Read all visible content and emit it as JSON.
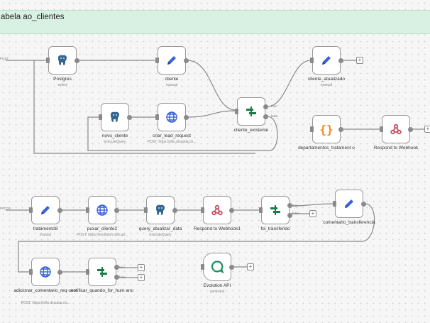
{
  "sticky": {
    "title": "abela ao_clientes"
  },
  "edge_labels": {
    "post_in": "POST",
    "patch_in": "PATCH",
    "true_label": "true",
    "false_label": "false"
  },
  "nodes": [
    {
      "id": "postgres",
      "label": "Postgres",
      "sub": "select",
      "icon": "postgres-elephant-icon"
    },
    {
      "id": "cliente",
      "label": "cliente",
      "sub": "manual",
      "icon": "pencil-icon"
    },
    {
      "id": "cliente_atualizado",
      "label": "cliente_atualizado",
      "sub": "manual",
      "icon": "pencil-icon"
    },
    {
      "id": "novo_cliente",
      "label": "novo_cliente",
      "sub": "executeQuery",
      "icon": "postgres-elephant-icon"
    },
    {
      "id": "criar_lead_request",
      "label": "criar_lead_request",
      "sub": "POST: https://n8n.dinastia.ch...",
      "icon": "globe-icon"
    },
    {
      "id": "cliente_existente",
      "label": "cliente_existente",
      "sub": "",
      "icon": "if-split-icon"
    },
    {
      "id": "departamentos_tratamento",
      "label": "departamentos_tratament o",
      "sub": "",
      "icon": "code-braces-icon"
    },
    {
      "id": "respond_to_webhook",
      "label": "Respond to Webhook",
      "sub": "",
      "icon": "webhook-icon"
    },
    {
      "id": "tratamento8",
      "label": "tratamento8",
      "sub": "manual",
      "icon": "pencil-icon"
    },
    {
      "id": "puxar_cliente2",
      "label": "puxar_cliente2",
      "sub": "POST: https://evolution.n8n.ad...",
      "icon": "globe-icon"
    },
    {
      "id": "query_atualizar_data",
      "label": "query_atualizar_data",
      "sub": "executeQuery",
      "icon": "postgres-elephant-icon"
    },
    {
      "id": "respond_to_webhook1",
      "label": "Respond to Webhook1",
      "sub": "",
      "icon": "webhook-icon"
    },
    {
      "id": "foi_transferido",
      "label": "foi_transferido",
      "sub": "",
      "icon": "if-split-icon"
    },
    {
      "id": "comentario_transferencia",
      "label": "comentario_transferencia",
      "sub": "",
      "icon": "pencil-icon"
    },
    {
      "id": "adicionar_comentario_req",
      "label": "adicionar_comentario_req uest",
      "sub": "POST: https://n8n.dinastia.ch...",
      "icon": "globe-icon"
    },
    {
      "id": "notificar_quando_for_humano",
      "label": "notificar_quando_for_hum ano",
      "sub": "",
      "icon": "if-split-icon"
    },
    {
      "id": "evolution_api",
      "label": "Evolution API",
      "sub": "send-text",
      "icon": "chat-bubble-icon"
    }
  ],
  "colors": {
    "edge": "#8a8a8a",
    "pencil": "#3a63d6",
    "globe": "#3a63d6",
    "if_split": "#1e7a45",
    "code": "#f08a1c",
    "webhook": "#c44f5f",
    "postgres": "#336791",
    "evolution": "#1a8f5a",
    "sticky_bg": "#d8f1e3"
  }
}
